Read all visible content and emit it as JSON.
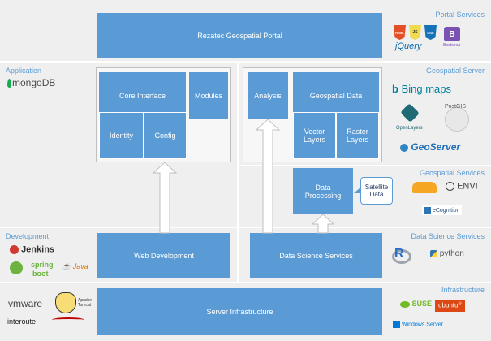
{
  "bands": {
    "portal": "Portal Services",
    "application": "Application",
    "geo_server": "Geospatial Server",
    "geo_services": "Geospatial Services",
    "development": "Development",
    "data_science": "Data Science Services",
    "infrastructure": "Infrastructure"
  },
  "boxes": {
    "portal": "Rezatec Geospatial Portal",
    "core_interface": "Core Interface",
    "modules": "Modules",
    "identity": "Identity",
    "config": "Config",
    "analysis": "Analysis",
    "geospatial_data": "Geospatial Data",
    "vector_layers": "Vector Layers",
    "raster_layers": "Raster Layers",
    "data_processing": "Data Processing",
    "satellite_data": "Satellite Data",
    "web_development": "Web Development",
    "data_science_services": "Data Science Services",
    "server_infrastructure": "Server Infrastructure"
  },
  "logos": {
    "html5": "HTML",
    "js": "JS",
    "css3": "CSS",
    "jquery": "jQuery",
    "bootstrap": "Bootstrap",
    "bootstrap_mark": "B",
    "mongodb": "mongoDB",
    "bing": "Bing maps",
    "openlayers": "OpenLayers",
    "postgis": "PostGIS",
    "geoserver": "GeoServer",
    "envi": "ENVI",
    "ecognition": "eCognition",
    "jenkins": "Jenkins",
    "spring": "spring",
    "boot": "boot",
    "java": "Java",
    "r": "R",
    "python": "python",
    "vmware": "vmware",
    "apache": "Apache",
    "tomcat": "Tomcat",
    "interoute": "interoute",
    "suse": "SUSE",
    "ubuntu": "ubuntu",
    "windows_server": "Windows Server"
  },
  "colors": {
    "box": "#5b9bd5",
    "band_bg": "#efefef",
    "band_title": "#5b9bd5"
  }
}
